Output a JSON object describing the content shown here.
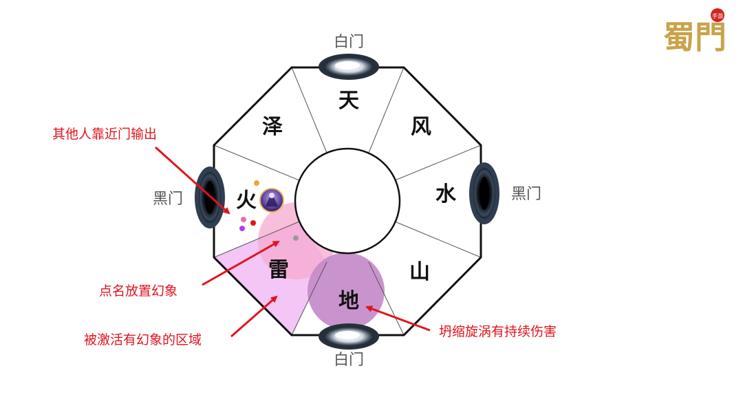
{
  "logo": {
    "main": "蜀門",
    "badge": "手游"
  },
  "gates": {
    "top": "白门",
    "bottom": "白门",
    "left": "黑门",
    "right": "黑门"
  },
  "sectors": {
    "tian": "天",
    "feng": "风",
    "shui": "水",
    "shan": "山",
    "di": "地",
    "lei": "雷",
    "huo": "火",
    "ze": "泽"
  },
  "annotations": {
    "others_near_gate": "其他人靠近门输出",
    "named_illusion": "点名放置幻象",
    "activated_area": "被激活有幻象的区域",
    "collapse_vortex": "坍缩旋涡有持续伤害"
  },
  "colors": {
    "annotation": "#e0141e",
    "activated_region": "#f3c6f5",
    "illusion_circle": "#f5a9cf",
    "vortex_circle": "#c48bc9",
    "logo_gold": "#c9a24a"
  }
}
